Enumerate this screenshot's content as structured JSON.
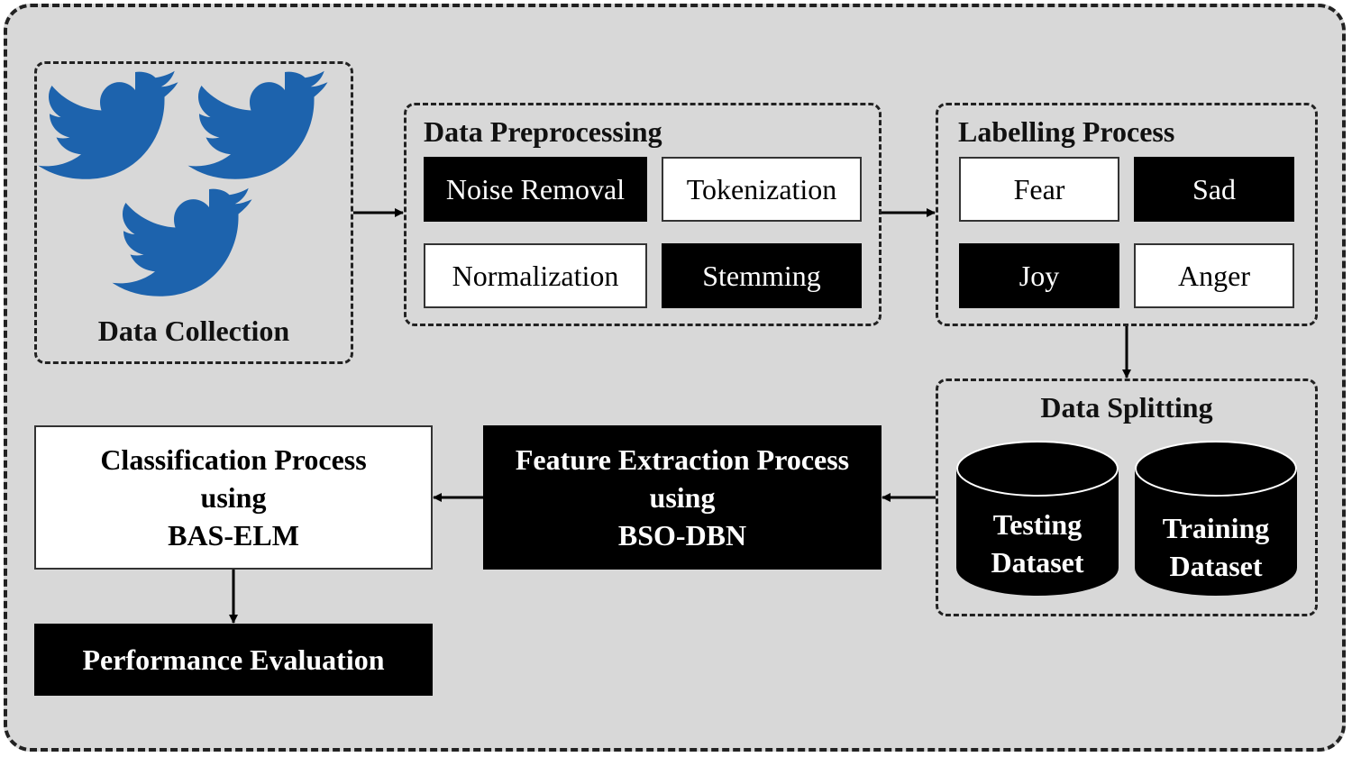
{
  "data_collection": {
    "title": "Data Collection",
    "icons": [
      "twitter-bird-icon",
      "twitter-bird-icon",
      "twitter-bird-icon"
    ],
    "icon_color": "#1d63ad"
  },
  "data_preprocessing": {
    "title": "Data Preprocessing",
    "steps": [
      "Noise Removal",
      "Tokenization",
      "Normalization",
      "Stemming"
    ]
  },
  "labelling": {
    "title": "Labelling Process",
    "labels": [
      "Fear",
      "Sad",
      "Joy",
      "Anger"
    ]
  },
  "data_splitting": {
    "title": "Data Splitting",
    "testing": [
      "Testing",
      "Dataset"
    ],
    "training": [
      "Training",
      "Dataset"
    ]
  },
  "feature_extraction": {
    "lines": [
      "Feature Extraction Process",
      "using",
      "BSO-DBN"
    ]
  },
  "classification": {
    "lines": [
      "Classification Process",
      "using",
      "BAS-ELM"
    ]
  },
  "performance": {
    "label": "Performance Evaluation"
  },
  "colors": {
    "background": "#d8d8d8",
    "dark_box": "#000000",
    "light_box": "#ffffff",
    "twitter_blue": "#1d63ad"
  }
}
